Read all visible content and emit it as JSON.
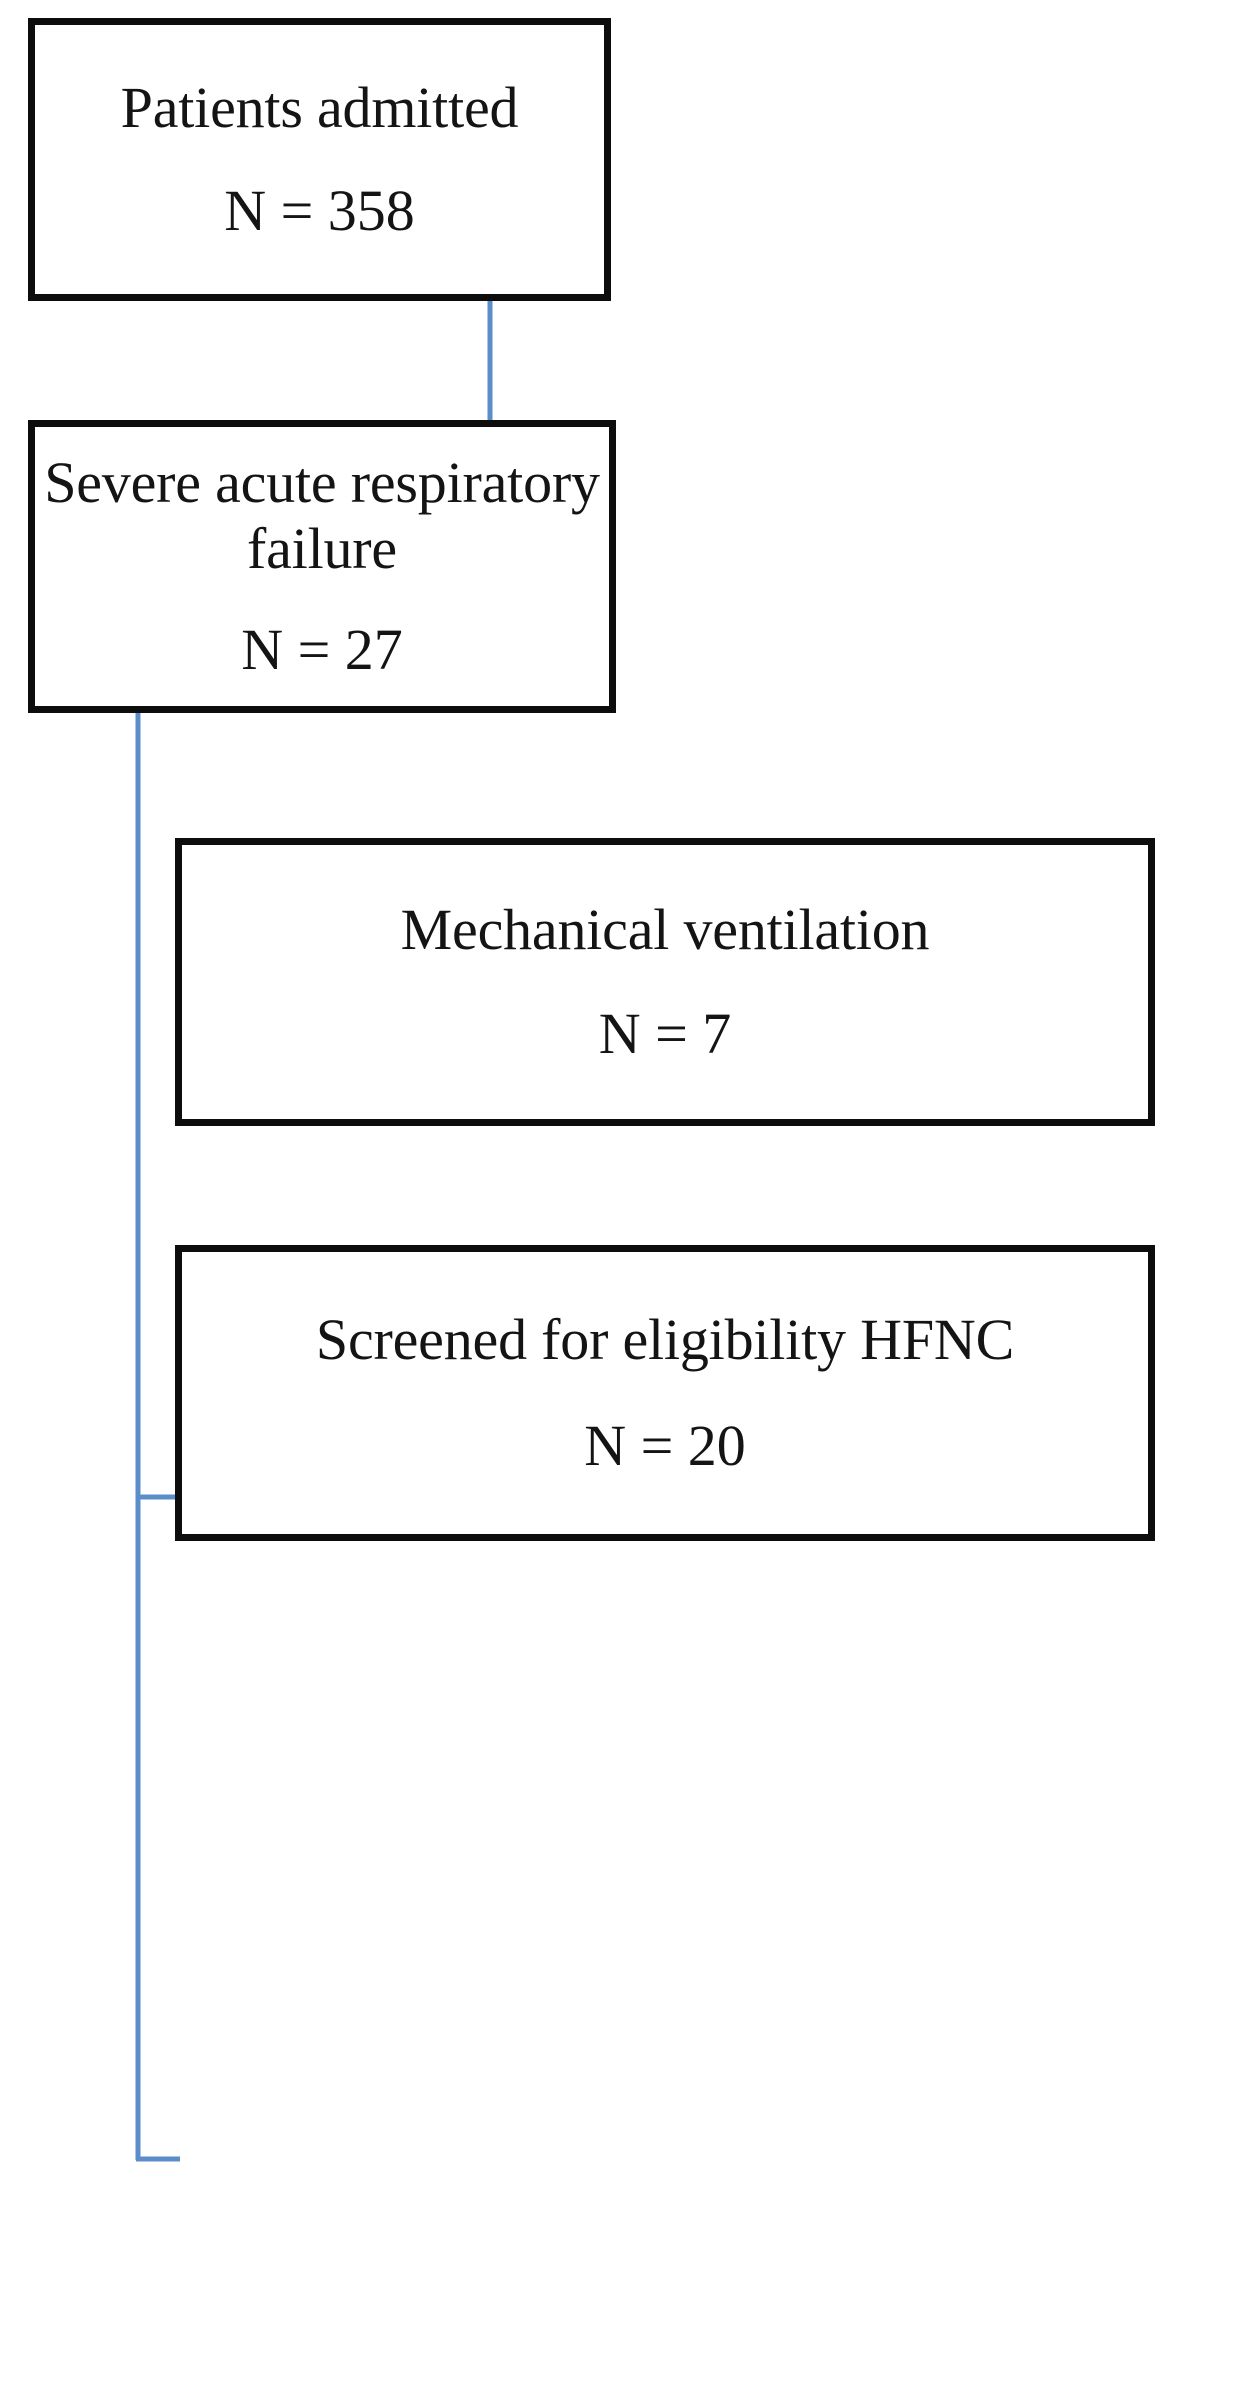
{
  "diagram": {
    "type": "patient-flow-chart",
    "accent_color": "#5B8DC8",
    "box_border_color": "#0D0D0D",
    "text_color": "#141414",
    "background_color": "#FFFFFF",
    "nodes": [
      {
        "id": "admitted",
        "title": "Patients admitted",
        "count": "N = 358"
      },
      {
        "id": "severe-arf",
        "title": "Severe acute respiratory failure",
        "count": "N = 27"
      },
      {
        "id": "mech-vent",
        "title": "Mechanical ventilation",
        "count": "N = 7"
      },
      {
        "id": "screened-hfnc",
        "title": "Screened for eligibility HFNC",
        "count": "N = 20"
      }
    ],
    "edges": [
      {
        "id": "admitted-to-severe",
        "from": "admitted",
        "to": "severe-arf",
        "style": "straight-vertical"
      },
      {
        "id": "severe-to-mech-vent",
        "from": "severe-arf",
        "to": "mech-vent",
        "style": "elbow"
      },
      {
        "id": "severe-to-screened",
        "from": "severe-arf",
        "to": "screened-hfnc",
        "style": "elbow"
      }
    ]
  }
}
